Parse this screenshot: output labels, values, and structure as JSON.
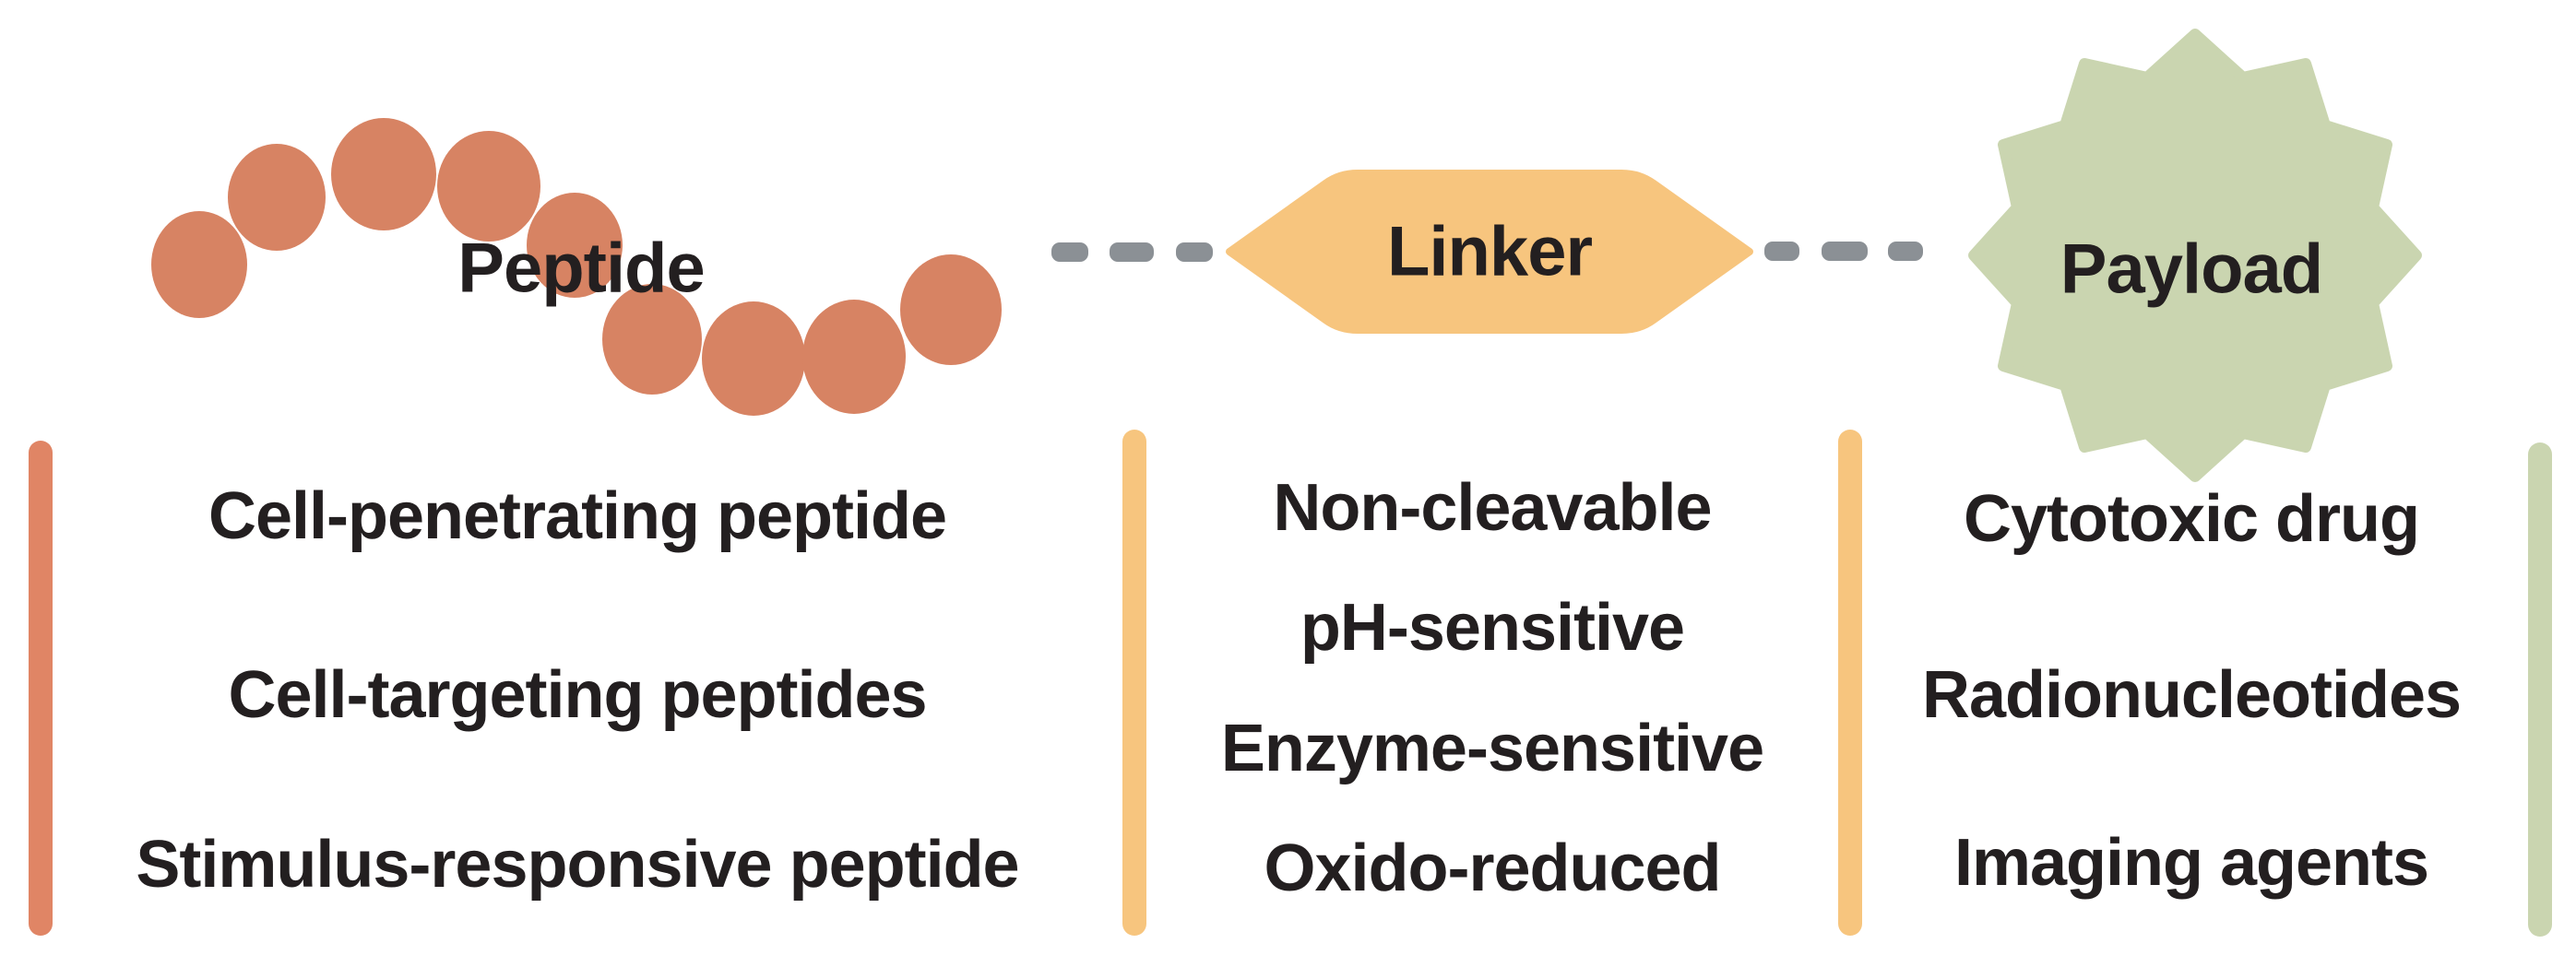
{
  "figure": {
    "kind": "peptide-drug-conjugate-schematic",
    "components": {
      "peptide_label": "Peptide",
      "linker_label": "Linker",
      "payload_label": "Payload"
    },
    "columns": [
      {
        "id": "peptide-types",
        "items": [
          "Cell-penetrating peptide",
          "Cell-targeting peptides",
          "Stimulus-responsive peptide"
        ]
      },
      {
        "id": "linker-types",
        "items": [
          "Non-cleavable",
          "pH-sensitive",
          "Enzyme-sensitive",
          "Oxido-reduced"
        ]
      },
      {
        "id": "payload-types",
        "items": [
          "Cytotoxic drug",
          "Radionucleotides",
          "Imaging agents"
        ]
      }
    ],
    "colors": {
      "peptide_bead": "#d78363",
      "peptide_bar": "#e08565",
      "linker": "#f7c57e",
      "payload": "#cad5b0",
      "dash": "#8b9095",
      "text": "#231f20"
    }
  }
}
